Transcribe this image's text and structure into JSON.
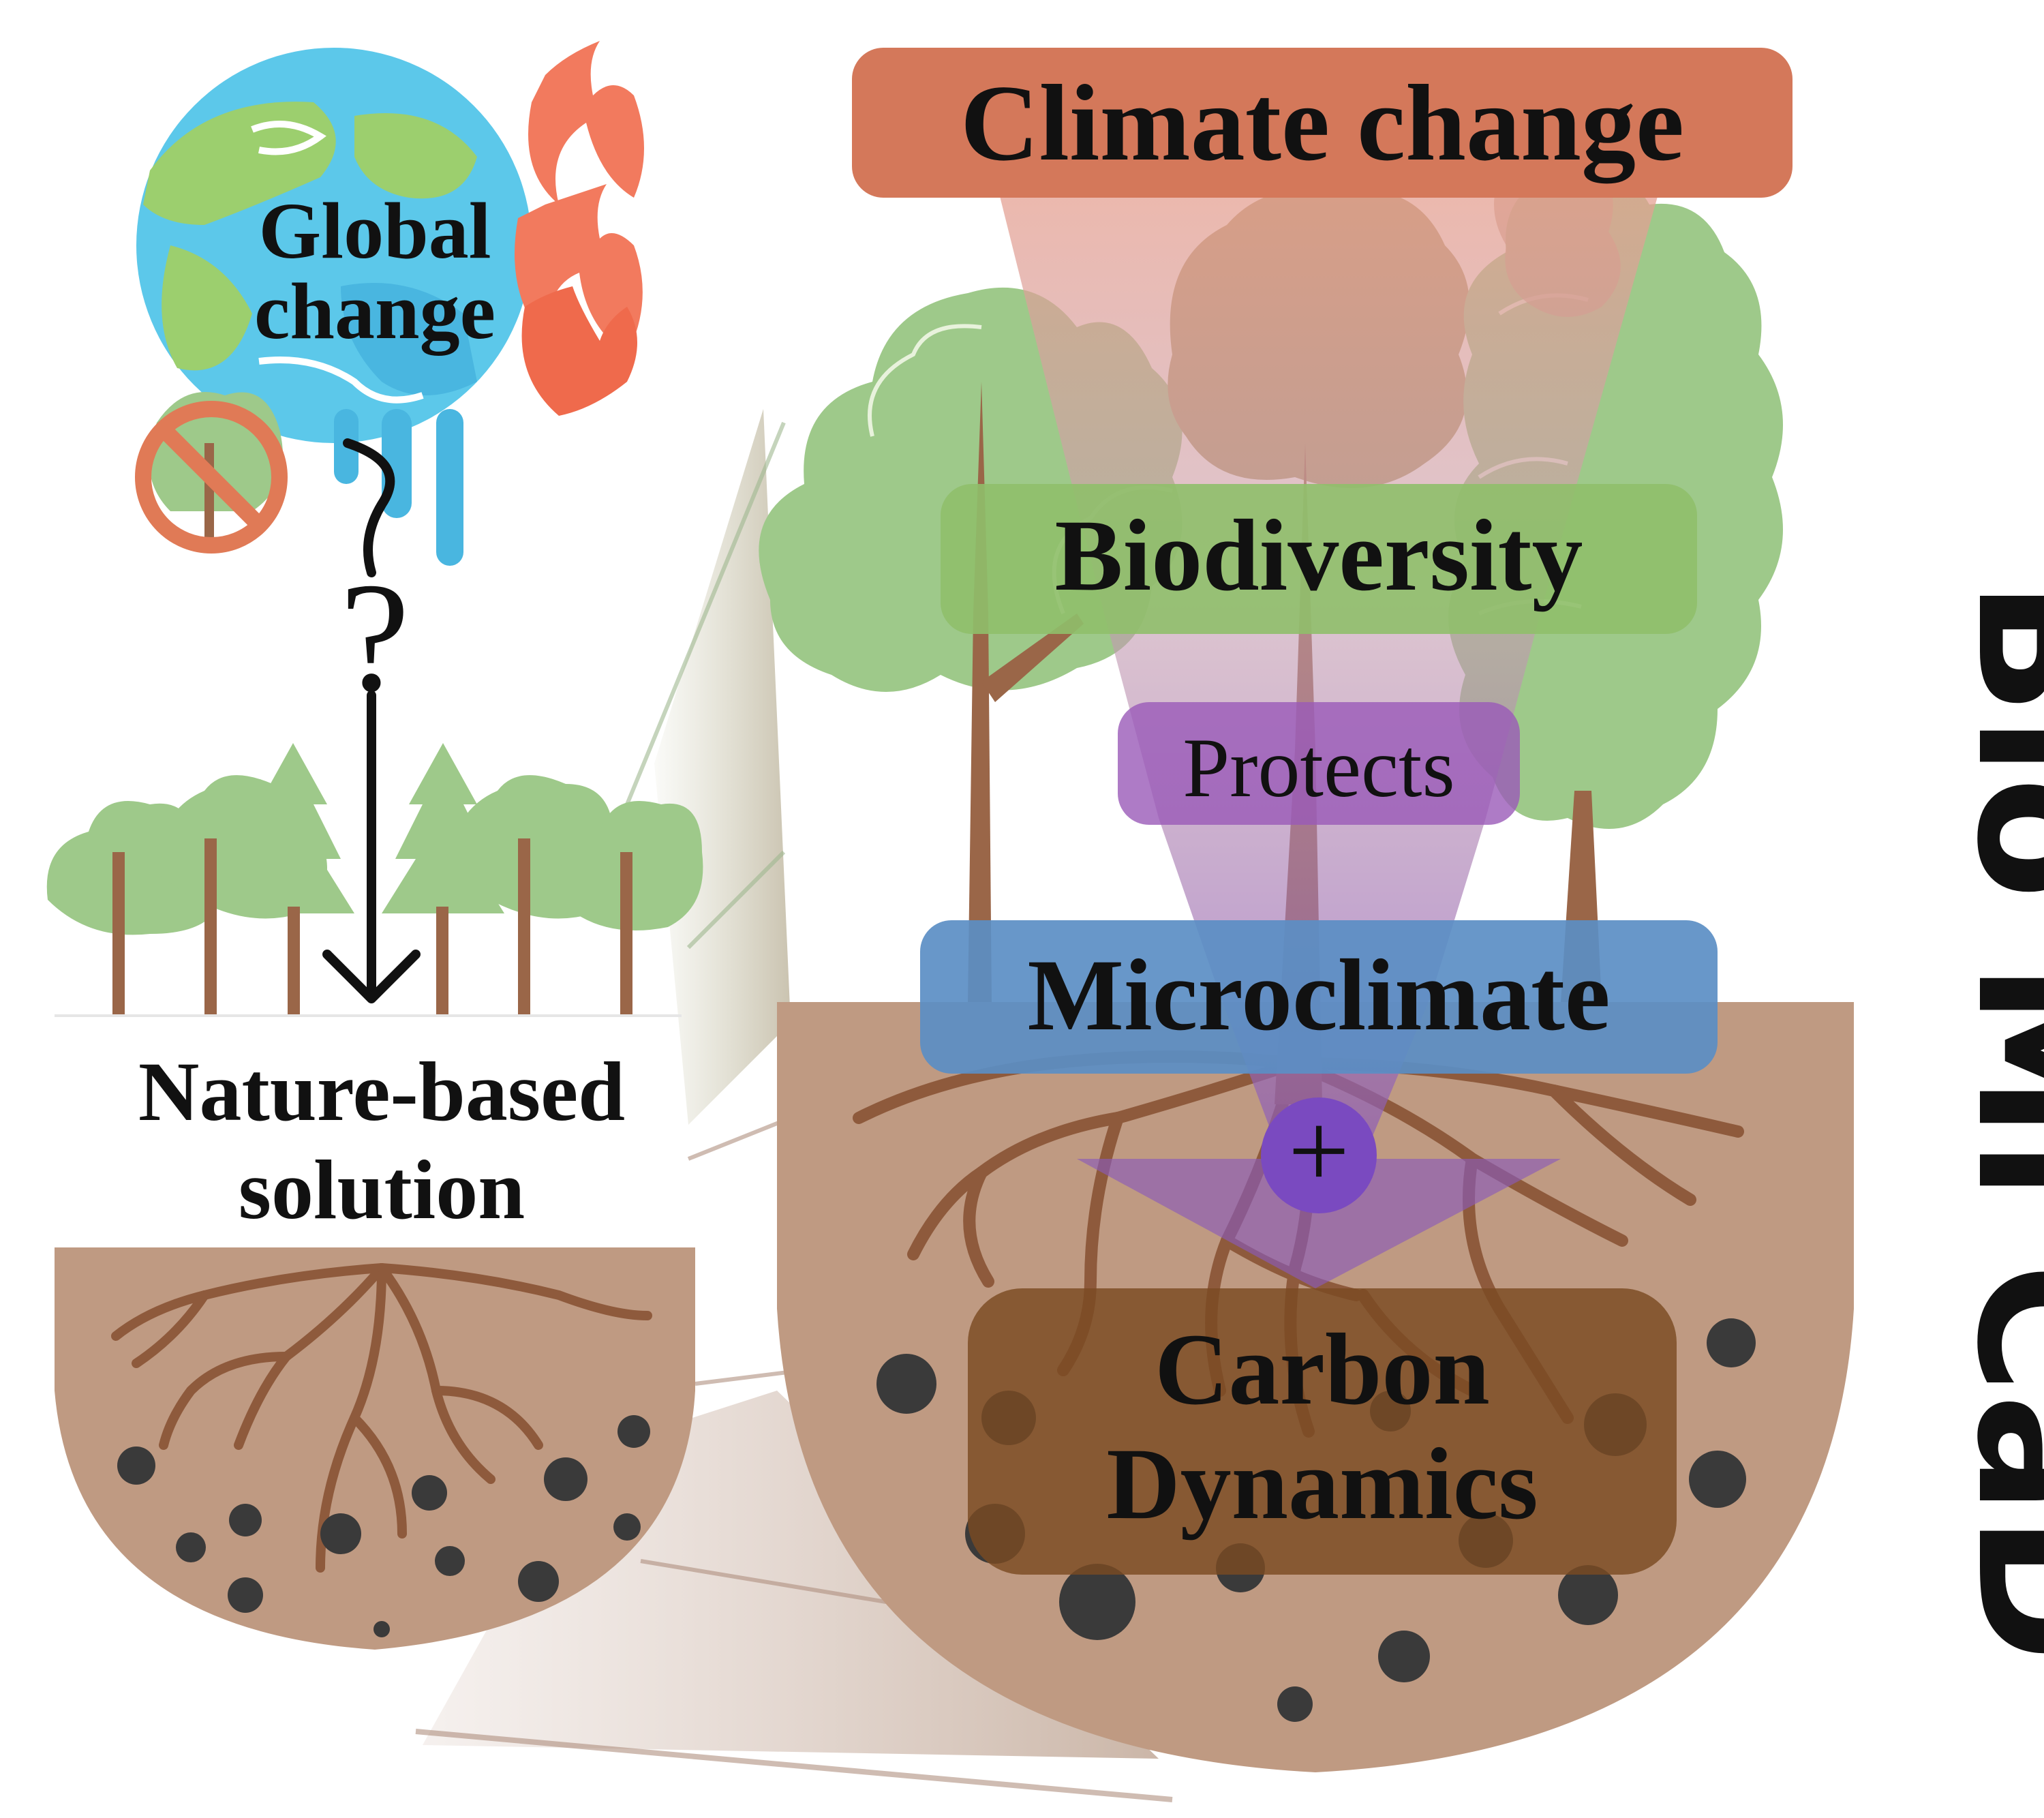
{
  "labels": {
    "global_change": "Global change",
    "question_mark": "?",
    "nature_based_solution": "Nature-based solution",
    "climate_change": "Climate change",
    "biodiversity": "Biodiversity",
    "protects": "Protects",
    "microclimate": "Microclimate",
    "plus": "+",
    "carbon_dynamics": "Carbon Dynamics",
    "acronym": "Bio Mi CaD"
  },
  "colors": {
    "climate": "#d4785a",
    "biodiversity": "#8fbf6a",
    "protects": "#9a5ab8",
    "microclimate": "#5b8ec4",
    "carbon": "#7a4a22",
    "soil": "#bf9a82",
    "root": "#8e5a3c",
    "tree_green": "#9ec98a",
    "trunk": "#9a6648",
    "globe_blue": "#5cc8ea",
    "globe_green": "#9ccf6e",
    "fire": "#f27a5e",
    "forbidden": "#e07a56"
  }
}
